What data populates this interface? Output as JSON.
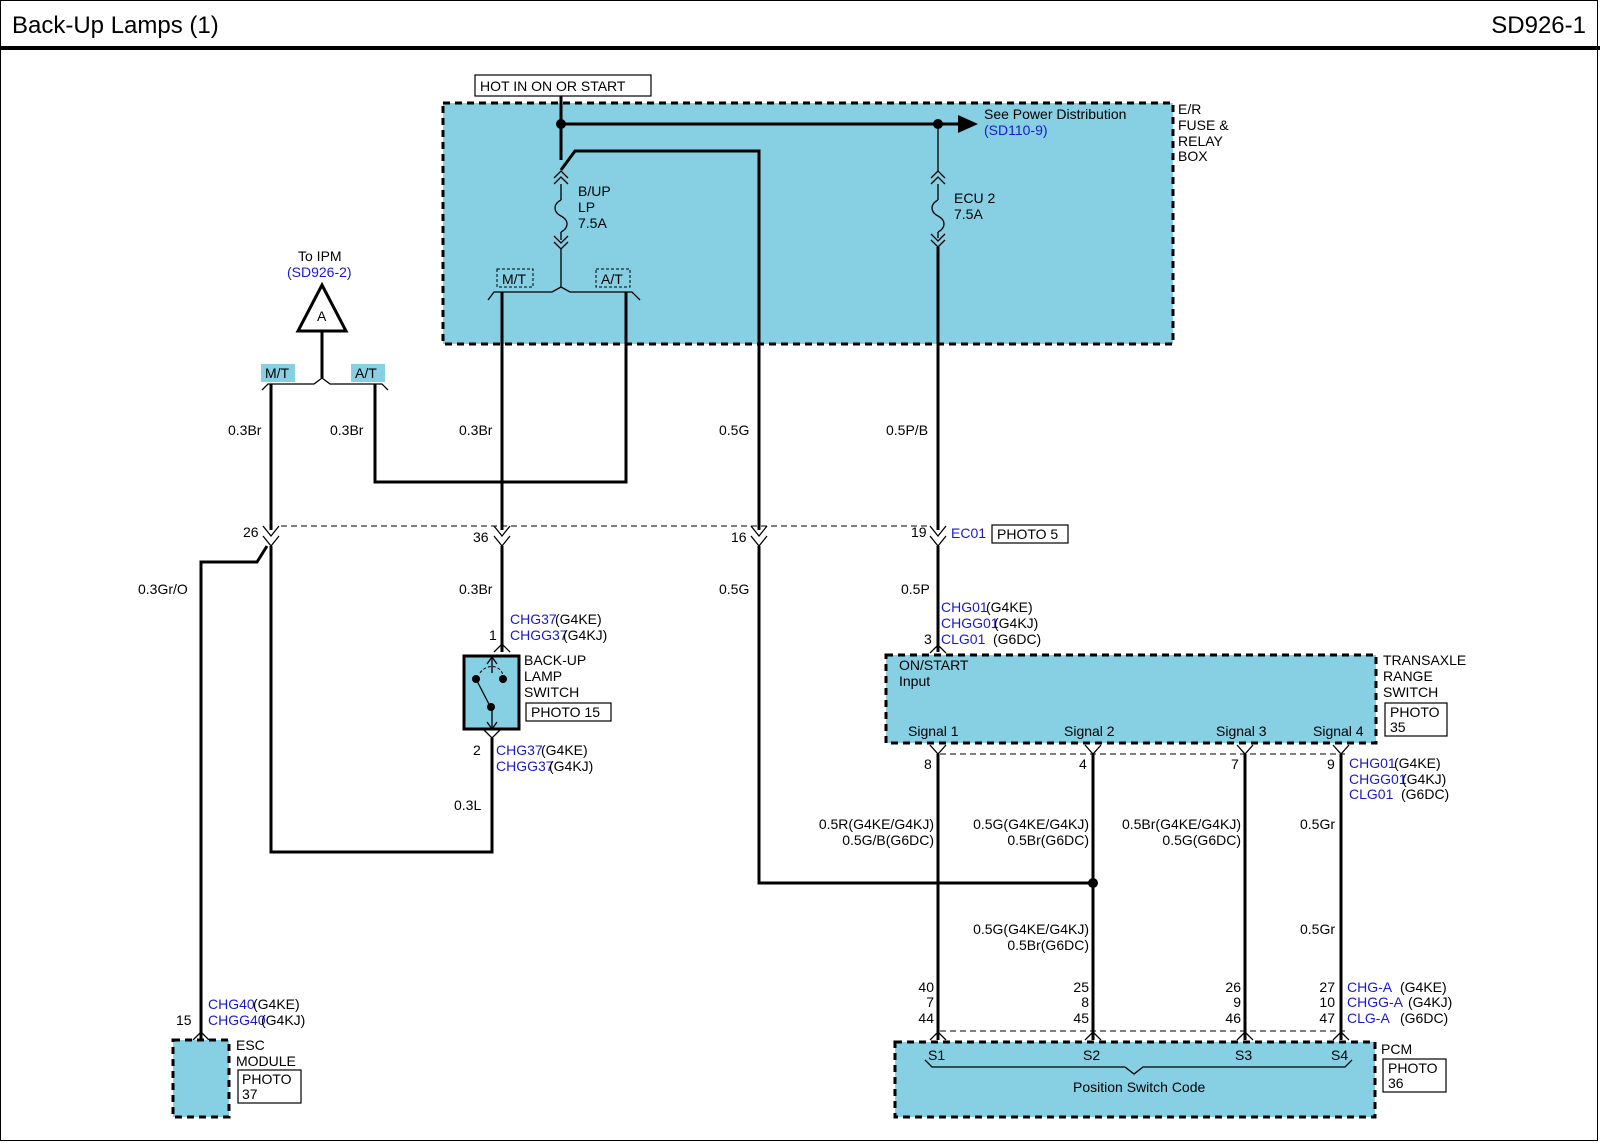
{
  "header": {
    "title": "Back-Up Lamps (1)",
    "code": "SD926-1"
  },
  "colors": {
    "component_fill": "#87cfe3",
    "link": "#1a1acc",
    "line": "#000000"
  },
  "power": {
    "hot_label": "HOT IN ON OR START",
    "see_power": "See Power Distribution",
    "see_power_ref": "(SD110-9)",
    "box_name": [
      "E/R",
      "FUSE &",
      "RELAY",
      "BOX"
    ],
    "fuse1": [
      "B/UP",
      "LP",
      "7.5A"
    ],
    "fuse2": [
      "ECU 2",
      "7.5A"
    ],
    "mt": "M/T",
    "at": "A/T"
  },
  "ipm": {
    "to": "To IPM",
    "ref": "(SD926-2)",
    "letter": "A",
    "mt": "M/T",
    "at": "A/T"
  },
  "wires": {
    "w1": "0.3Br",
    "w2": "0.3Br",
    "w3": "0.3Br",
    "w4": "0.5G",
    "w5": "0.5P/B",
    "w6": "0.3Gr/O",
    "w7": "0.3Br",
    "w8": "0.5G",
    "w9": "0.5P",
    "w10": "0.3L",
    "sig1a": "0.5R(G4KE/G4KJ)",
    "sig1b": "0.5G/B(G6DC)",
    "sig2a": "0.5G(G4KE/G4KJ)",
    "sig2b": "0.5Br(G6DC)",
    "sig3a": "0.5Br(G4KE/G4KJ)",
    "sig3b": "0.5G(G6DC)",
    "sig4": "0.5Gr",
    "sig2la": "0.5G(G4KE/G4KJ)",
    "sig2lb": "0.5Br(G6DC)",
    "sig4l": "0.5Gr"
  },
  "ec01": {
    "pins": [
      "26",
      "36",
      "16",
      "19"
    ],
    "name": "EC01",
    "photo": "PHOTO 5"
  },
  "backup_switch": {
    "pin1": "1",
    "pin2": "2",
    "con_top": [
      [
        "CHG37",
        "(G4KE)"
      ],
      [
        "CHGG37",
        "(G4KJ)"
      ]
    ],
    "con_bot": [
      [
        "CHG37",
        "(G4KE)"
      ],
      [
        "CHGG37",
        "(G4KJ)"
      ]
    ],
    "name": [
      "BACK-UP",
      "LAMP",
      "SWITCH"
    ],
    "photo": "PHOTO 15"
  },
  "trs": {
    "pin": "3",
    "con_top": [
      [
        "CHG01",
        "(G4KE)"
      ],
      [
        "CHGG01",
        "(G4KJ)"
      ],
      [
        "CLG01",
        "(G6DC)"
      ]
    ],
    "input": [
      "ON/START",
      "Input"
    ],
    "signals": [
      "Signal 1",
      "Signal 2",
      "Signal 3",
      "Signal 4"
    ],
    "sig_pins": [
      "8",
      "4",
      "7",
      "9"
    ],
    "con_bot": [
      [
        "CHG01",
        "(G4KE)"
      ],
      [
        "CHGG01",
        "(G4KJ)"
      ],
      [
        "CLG01",
        "(G6DC)"
      ]
    ],
    "name": [
      "TRANSAXLE",
      "RANGE",
      "SWITCH"
    ],
    "photo": [
      "PHOTO",
      "35"
    ]
  },
  "pcm": {
    "pins": [
      [
        "40",
        "7",
        "44"
      ],
      [
        "25",
        "8",
        "45"
      ],
      [
        "26",
        "9",
        "46"
      ],
      [
        "27",
        "10",
        "47"
      ]
    ],
    "con": [
      [
        "CHG-A",
        "(G4KE)"
      ],
      [
        "CHGG-A",
        "(G4KJ)"
      ],
      [
        "CLG-A",
        "(G6DC)"
      ]
    ],
    "terms": [
      "S1",
      "S2",
      "S3",
      "S4"
    ],
    "caption": "Position Switch Code",
    "name": "PCM",
    "photo": [
      "PHOTO",
      "36"
    ]
  },
  "esc": {
    "pin": "15",
    "con": [
      [
        "CHG40",
        "(G4KE)"
      ],
      [
        "CHGG40",
        "(G4KJ)"
      ]
    ],
    "name": [
      "ESC",
      "MODULE"
    ],
    "photo": [
      "PHOTO",
      "37"
    ]
  }
}
